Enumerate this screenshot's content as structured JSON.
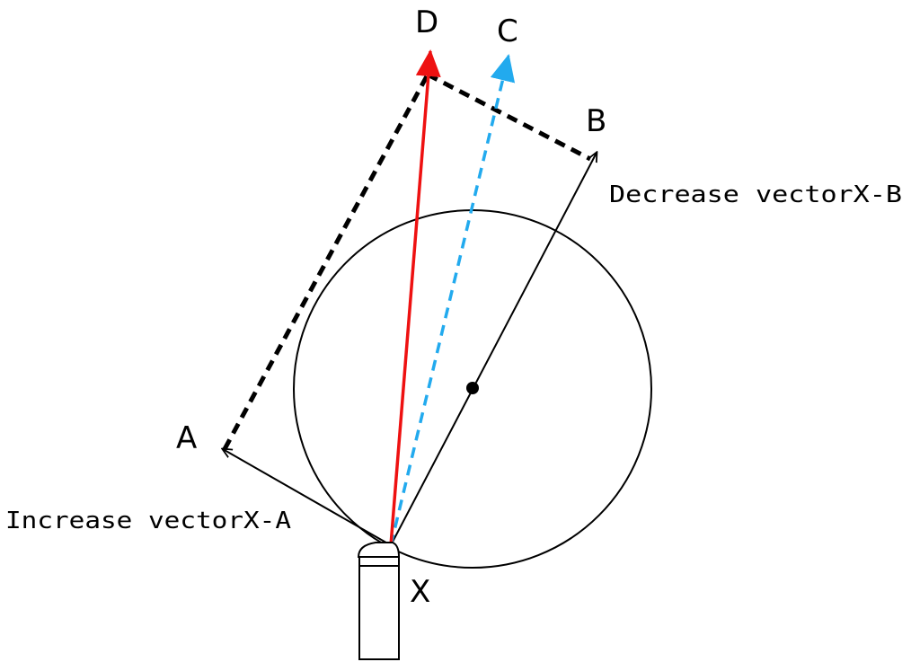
{
  "labels": {
    "point_a": "A",
    "point_b": "B",
    "point_c": "C",
    "point_d": "D",
    "point_x": "X"
  },
  "annotations": {
    "increase": "Increase vectorX-A",
    "decrease": "Decrease vectorX-B"
  },
  "colors": {
    "resultant": "#ee1111",
    "dashed_reference": "#22aaee",
    "stroke": "#000000",
    "background": "#ffffff"
  }
}
